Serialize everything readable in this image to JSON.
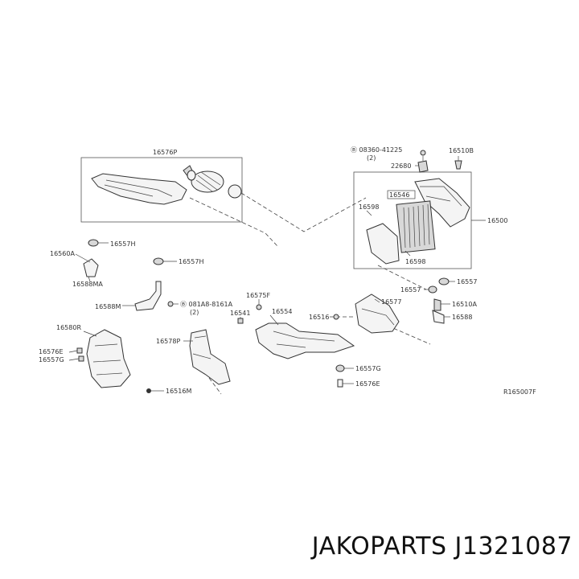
{
  "diagram": {
    "labels": {
      "p16576P": "16576P",
      "p16557H_a": "16557H",
      "p16560A": "16560A",
      "p16588MA": "16588MA",
      "p16557H_b": "16557H",
      "p16588M": "16588M",
      "pB081A8": "Ⓑ 081A8-8161A",
      "pB081A8_qty": "(2)",
      "p16575F": "16575F",
      "p16541": "16541",
      "p16554": "16554",
      "p16516": "16516",
      "p16577": "16577",
      "p16580R": "16580R",
      "p16576E_a": "16576E",
      "p16557G_a": "16557G",
      "p16578P": "16578P",
      "p16516M": "16516M",
      "pB08360": "Ⓑ 08360-41225",
      "pB08360_qty": "(2)",
      "p22680": "22680",
      "p16510B": "16510B",
      "p16546": "16546",
      "p16598_a": "16598",
      "p16598_b": "16598",
      "p16500": "16500",
      "p16557": "16557",
      "p16557_b": "16557",
      "p16510A": "16510A",
      "p16588": "16588",
      "p16557G_b": "16557G",
      "p16576E_b": "16576E",
      "ref": "R165007F"
    }
  },
  "footer": {
    "brand": "JAKOPARTS J1321087"
  }
}
